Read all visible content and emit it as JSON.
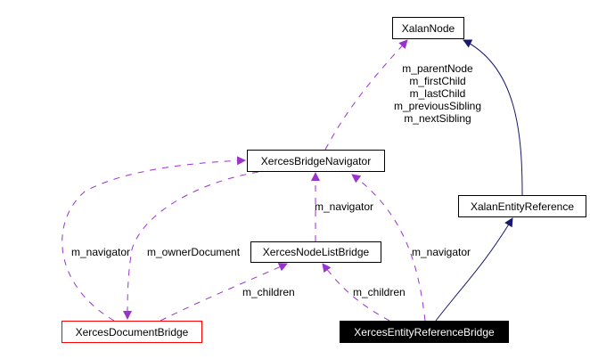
{
  "diagram": {
    "nodes": {
      "xalan_node": "XalanNode",
      "bridge_navigator": "XercesBridgeNavigator",
      "xalan_entity_reference": "XalanEntityReference",
      "node_list_bridge": "XercesNodeListBridge",
      "document_bridge": "XercesDocumentBridge",
      "entity_reference_bridge": "XercesEntityReferenceBridge"
    },
    "labels": {
      "navigator_to_xalannode": [
        "m_parentNode",
        "m_firstChild",
        "m_lastChild",
        "m_previousSibling",
        "m_nextSibling"
      ],
      "nodelist_to_navigator": "m_navigator",
      "document_to_navigator": "m_navigator",
      "navigator_to_document": "m_ownerDocument",
      "entityref_to_navigator": "m_navigator",
      "document_to_nodelist": "m_children",
      "entityref_to_nodelist": "m_children"
    },
    "colors": {
      "usage_edge": "#9a32cd",
      "inheritance_edge": "#191970",
      "highlight_node_bg": "#000000",
      "incomplete_node_border": "#ff0000"
    }
  }
}
